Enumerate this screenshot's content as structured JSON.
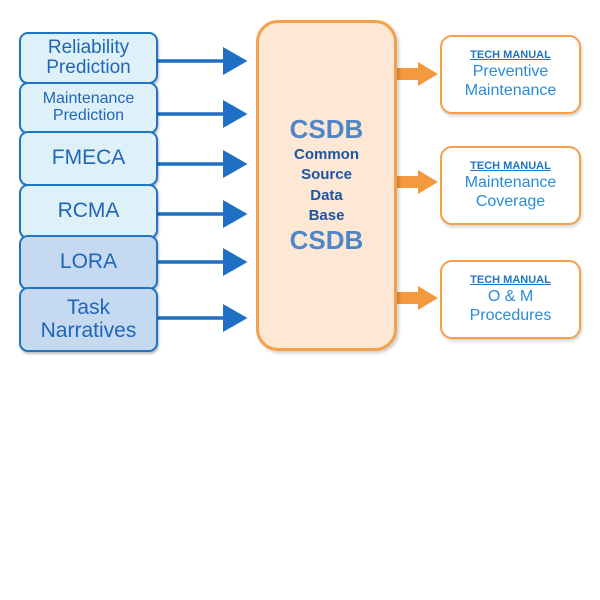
{
  "inputs": [
    {
      "lines": [
        "Reliability",
        "Prediction"
      ]
    },
    {
      "lines": [
        "Maintenance",
        "Prediction"
      ]
    },
    {
      "lines": [
        "FMECA"
      ]
    },
    {
      "lines": [
        "RCMA"
      ]
    },
    {
      "lines": [
        "LORA"
      ]
    },
    {
      "lines": [
        "Task",
        "Narratives"
      ]
    }
  ],
  "center": {
    "top_label": "CSDB",
    "sub_lines": [
      "Common",
      "Source",
      "Data",
      "Base"
    ],
    "bottom_label": "CSDB"
  },
  "outputs": [
    {
      "header": "TECH MANUAL",
      "lines": [
        "Preventive",
        "Maintenance"
      ]
    },
    {
      "header": "TECH MANUAL",
      "lines": [
        "Maintenance",
        "Coverage"
      ]
    },
    {
      "header": "TECH MANUAL",
      "lines": [
        "O & M",
        "Procedures"
      ]
    }
  ],
  "colors": {
    "input_border": "#1f75c2",
    "input_light_fill": "#dff1f8",
    "input_dark_fill": "#c5d9f0",
    "csdb_fill": "#fde8d5",
    "csdb_border": "#f5a04a",
    "blue_arrow": "#1f6fc4",
    "orange_arrow": "#f39a3e"
  }
}
